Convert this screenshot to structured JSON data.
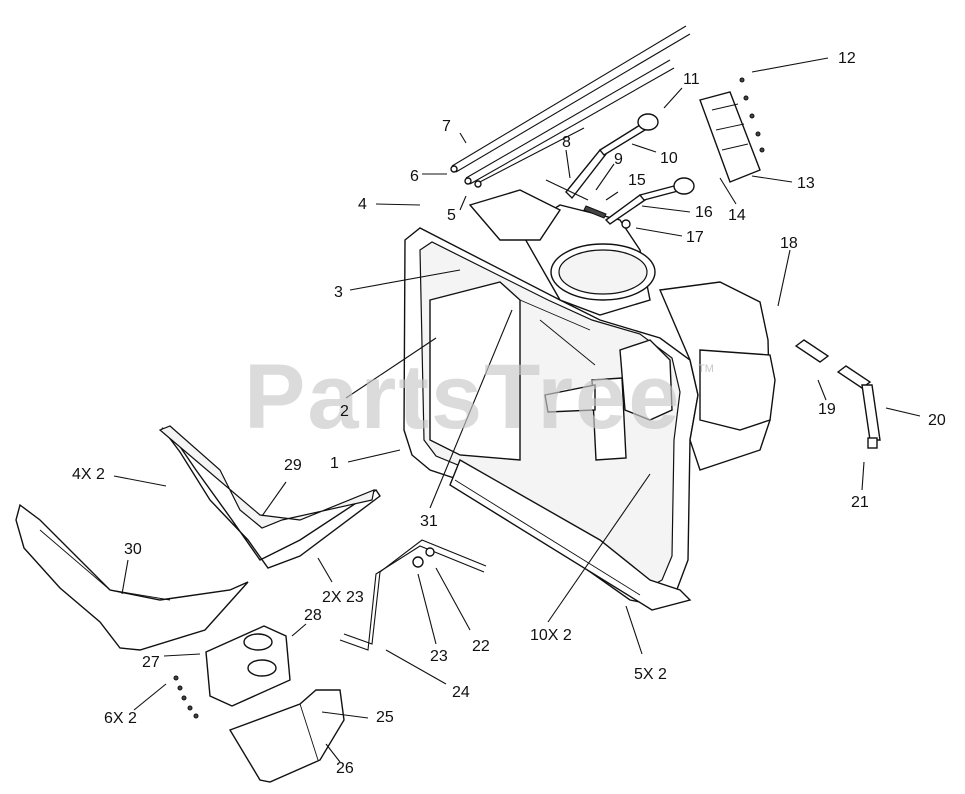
{
  "watermark": {
    "text": "PartsTree",
    "tm": "TM"
  },
  "callouts": {
    "c1": "1",
    "c2": "2",
    "c3": "3",
    "c4": "4",
    "c5": "5",
    "c6": "6",
    "c7": "7",
    "c8": "8",
    "c9": "9",
    "c10": "10",
    "c11": "11",
    "c12": "12",
    "c13": "13",
    "c14": "14",
    "c15": "15",
    "c16": "16",
    "c17": "17",
    "c18": "18",
    "c19": "19",
    "c20": "20",
    "c21": "21",
    "c22": "22",
    "c23": "23",
    "c24": "24",
    "c25": "25",
    "c26": "26",
    "c27": "27",
    "c28": "28",
    "c29": "29",
    "c30": "30",
    "c31": "31",
    "c4x2": "4X 2",
    "c2x23": "2X 23",
    "c10x2": "10X 2",
    "c5x2": "5X 2",
    "c6x2": "6X 2"
  }
}
